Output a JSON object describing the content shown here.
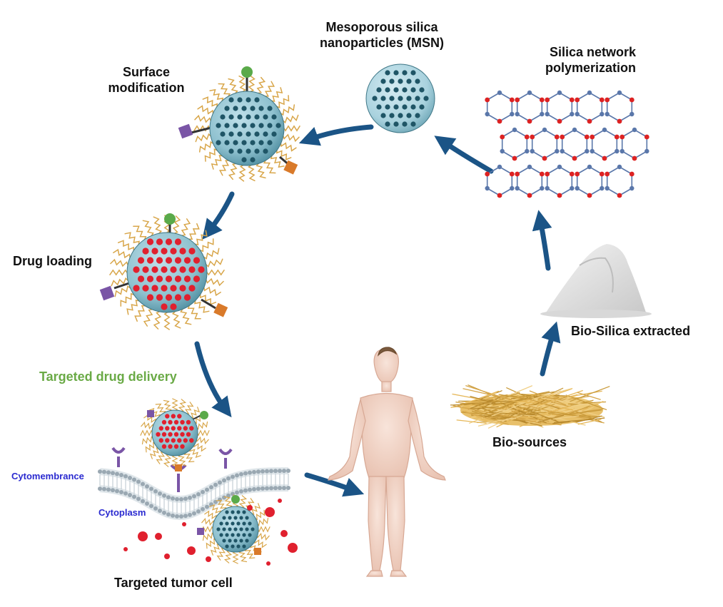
{
  "labels": {
    "msn_line1": "Mesoporous silica",
    "msn_line2": "nanoparticles (MSN)",
    "silica_network_line1": "Silica network",
    "silica_network_line2": "polymerization",
    "surface_mod_line1": "Surface",
    "surface_mod_line2": "modification",
    "drug_loading": "Drug loading",
    "targeted_delivery": "Targeted drug delivery",
    "cytomembrance": "Cytomembrance",
    "cytoplasm": "Cytoplasm",
    "tumor_cell": "Targeted tumor cell",
    "bio_silica": "Bio-Silica extracted",
    "bio_sources": "Bio-sources"
  },
  "colors": {
    "arrow": "#1b5486",
    "particle_blue": "#8fc1cf",
    "pore_dark": "#1f5566",
    "drug_red": "#e0202e",
    "ligand_gold": "#d8a64a",
    "receptor_purple": "#7a55a6",
    "ligand_green": "#5aaa4a",
    "ligand_orange": "#d97a2a",
    "oxygen_red": "#dd2222",
    "silicon_blue": "#5a77aa",
    "green_label": "#6aaa46",
    "blue_label": "#2a2ad0",
    "skin": "#f3d6c9",
    "straw": "#e2b14f",
    "powder": "#dcdcdc"
  }
}
